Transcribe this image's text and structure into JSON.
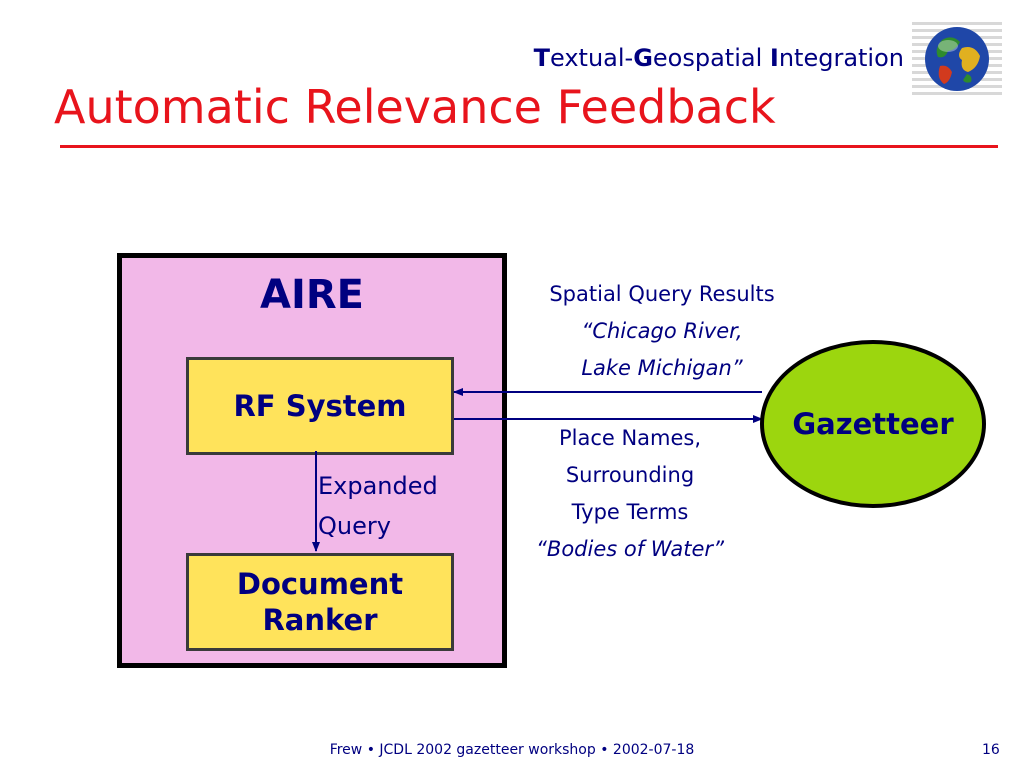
{
  "header": {
    "title_parts": [
      "T",
      "extual-",
      "G",
      "eospatial ",
      "I",
      "ntegration"
    ]
  },
  "slide": {
    "title": "Automatic Relevance Feedback"
  },
  "diagram": {
    "container_label": "AIRE",
    "rf_system": "RF System",
    "document_ranker": [
      "Document",
      "Ranker"
    ],
    "expanded_query": [
      "Expanded",
      "Query"
    ],
    "gazetteer": "Gazetteer",
    "results_note": {
      "lines": [
        "Spatial Query Results",
        "“Chicago River,",
        "Lake Michigan”"
      ]
    },
    "terms_note": {
      "lines": [
        "Place Names,",
        "Surrounding",
        "Type Terms",
        "“Bodies of Water”"
      ]
    }
  },
  "footer": {
    "text": "Frew • JCDL 2002 gazetteer workshop • 2002-07-18",
    "page": "16"
  },
  "colors": {
    "title_red": "#e8141c",
    "text_navy": "#000080",
    "aire_fill": "#f2b8e8",
    "box_fill": "#ffe35b",
    "gazetteer_fill": "#9cd60e"
  },
  "icons": {
    "logo": "globe-icon"
  }
}
